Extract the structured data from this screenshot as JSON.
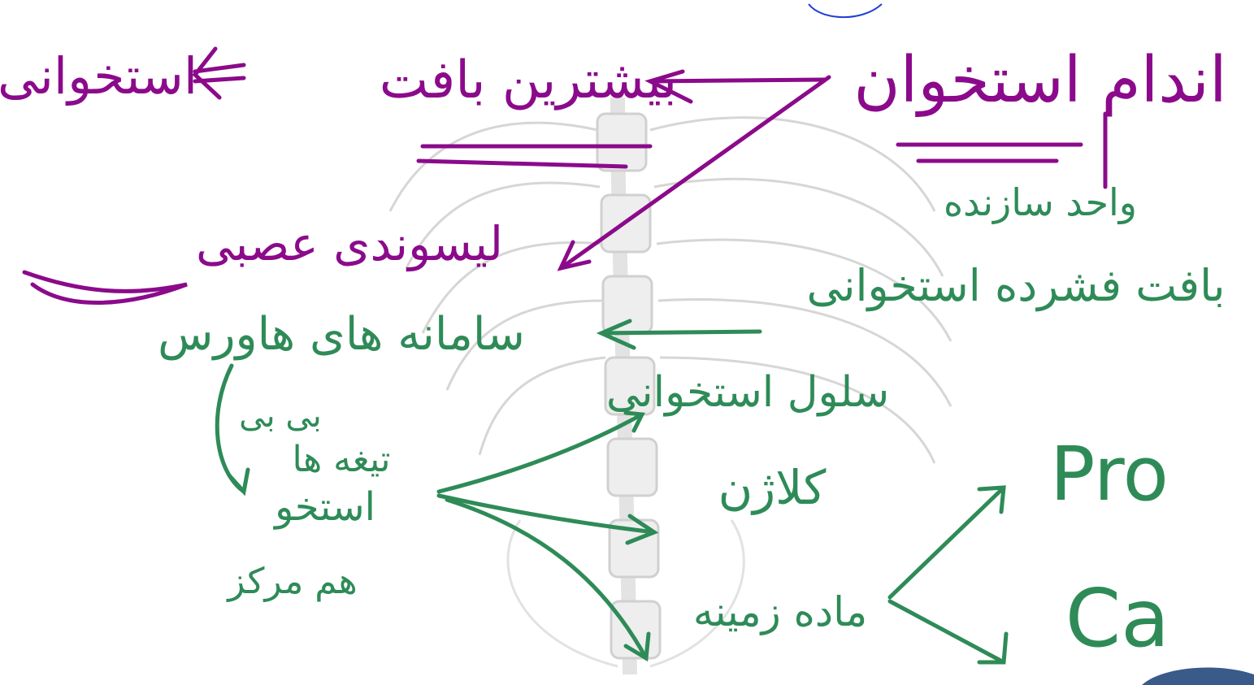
{
  "colors": {
    "purple_ink": "#8b0a8b",
    "green_ink": "#2e8b57",
    "blue_ink": "#1f3fd6",
    "background_sketch": "#d8d8d8",
    "corner_badge": "#3a5a8a"
  },
  "annotations": {
    "main_title": "اندام استخوان",
    "top_left_phrase": "بیشترین بافت",
    "top_left_result": "استخوانی",
    "left_middle": "لیسوندی  عصبی",
    "right_def_line1": "واحد سازنده",
    "right_def_line2": "بافت فشرده استخوانی",
    "left_green": "سامانه های هاورس",
    "center_green": "سلول استخوانی",
    "bottom_left_line1": "بی بی",
    "bottom_left_line2": "تیغه ها",
    "bottom_left_line3": "استخو",
    "bottom_left_line4": "هم مرکز",
    "collagen": "کلاژن",
    "matrix": "ماده زمینه",
    "pro": "Pro",
    "ca": "Ca"
  },
  "illustration": {
    "subject": "spine-sketch"
  }
}
